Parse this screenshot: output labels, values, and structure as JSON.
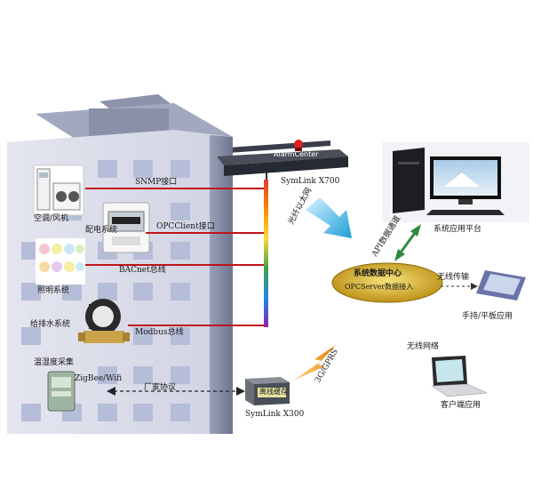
{
  "building": {
    "ac_label": "空调/风机",
    "power_label": "配电系统",
    "lighting_label": "照明系统",
    "water_label": "给排水系统",
    "temp_label": "温湿度采集"
  },
  "buses": {
    "snmp": "SNMP接口",
    "opc_client": "OPCClient接口",
    "bacnet": "BACnet总线",
    "modbus": "Modbus总线",
    "zigbee": "ZigBee/Wifi",
    "vendor": "厂家协议"
  },
  "devices": {
    "x700_label": "SymLink X700",
    "alarm_label": "AlarmCenter",
    "x300_label": "SymLink X300",
    "offline_cache": "离线缓存"
  },
  "links": {
    "fiber": "光纤以太网",
    "api": "API数据通道",
    "wireless": "无线传输",
    "gprs": "3G/GPRS",
    "wireless_net": "无线网络"
  },
  "center": {
    "title": "系统数据中心",
    "subtitle": "OPCServer数据接入"
  },
  "apps": {
    "platform": "系统应用平台",
    "handheld": "手持/平板应用",
    "client": "客户端应用"
  },
  "colors": {
    "building_wall": "#d9dbe8",
    "window": "#b6bdd8",
    "bus_line": "#c0141c",
    "center_ellipse": "#c8a01c",
    "fiber_arrow": "#3fb8e8",
    "api_arrow": "#2e8b3e"
  }
}
